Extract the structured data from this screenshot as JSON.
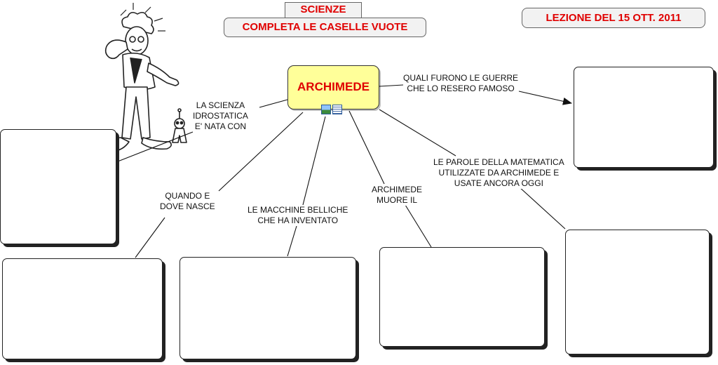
{
  "header": {
    "subject": "SCIENZE",
    "instruction": "COMPLETA LE CASELLE VUOTE",
    "lesson_date": "LEZIONE DEL 15 OTT. 2011"
  },
  "central_node": {
    "label": "ARCHIMEDE",
    "attached_icons": [
      "image-icon",
      "note-icon"
    ]
  },
  "links": [
    {
      "id": "famous-wars",
      "text": "QUALI FURONO LE GUERRE\nCHE LO RESERO FAMOSO"
    },
    {
      "id": "hydrostatics",
      "text": "LA SCIENZA\nIDROSTATICA\nE' NATA CON"
    },
    {
      "id": "birth",
      "text": "QUANDO E\nDOVE NASCE"
    },
    {
      "id": "war-machines",
      "text": "LE MACCHINE BELLICHE\nCHE HA INVENTATO"
    },
    {
      "id": "death",
      "text": "ARCHIMEDE\nMUORE IL"
    },
    {
      "id": "math-words",
      "text": "LE PAROLE DELLA MATEMATICA\nUTILIZZATE DA ARCHIMEDE E\nUSATE ANCORA OGGI"
    }
  ],
  "answer_boxes": [
    {
      "id": "famous-wars",
      "value": ""
    },
    {
      "id": "hydrostatics",
      "value": ""
    },
    {
      "id": "birth",
      "value": ""
    },
    {
      "id": "war-machines",
      "value": ""
    },
    {
      "id": "death",
      "value": ""
    },
    {
      "id": "math-words",
      "value": ""
    }
  ],
  "decoration": {
    "illustration": "scientist-cartoon"
  },
  "colors": {
    "title_red": "#e00000",
    "central_fill": "#ffff99"
  }
}
